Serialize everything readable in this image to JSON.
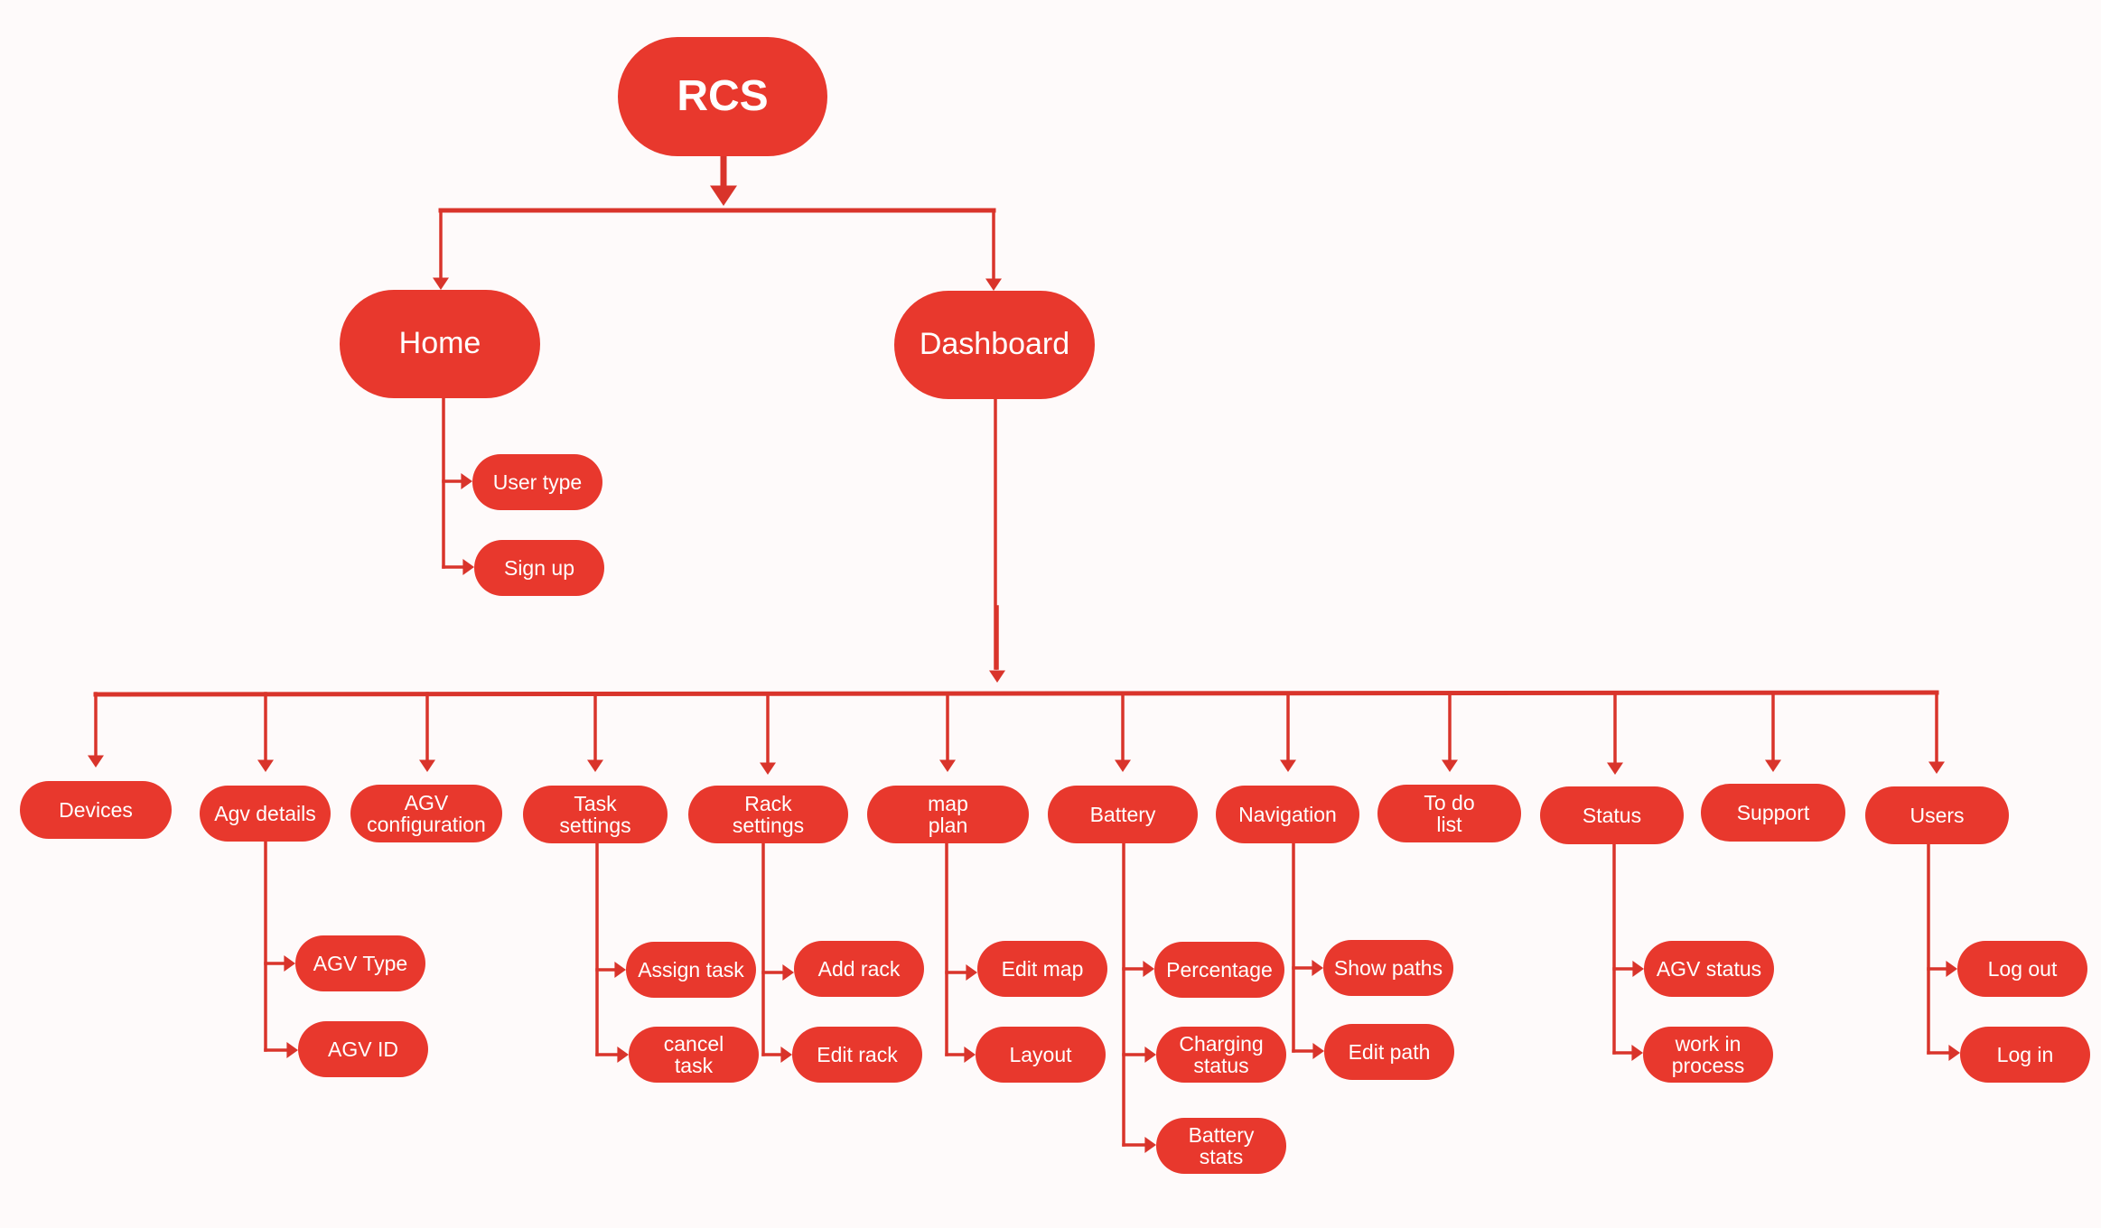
{
  "diagram": {
    "root": "RCS",
    "level1": [
      {
        "id": "home",
        "label": "Home",
        "children": [
          "User type",
          "Sign up"
        ]
      },
      {
        "id": "dashboard",
        "label": "Dashboard"
      }
    ],
    "dashboard_sections": [
      {
        "id": "devices",
        "label": "Devices",
        "children": []
      },
      {
        "id": "agv-details",
        "label": "Agv details",
        "children": [
          "AGV Type",
          "AGV ID"
        ]
      },
      {
        "id": "agv-configuration",
        "label": "AGV\nconfiguration",
        "children": []
      },
      {
        "id": "task-settings",
        "label": "Task\nsettings",
        "children": [
          "Assign task",
          "cancel\ntask"
        ]
      },
      {
        "id": "rack-settings",
        "label": "Rack\nsettings",
        "children": [
          "Add rack",
          "Edit rack"
        ]
      },
      {
        "id": "map-plan",
        "label": "map\nplan",
        "children": [
          "Edit map",
          "Layout"
        ]
      },
      {
        "id": "battery",
        "label": "Battery",
        "children": [
          "Percentage",
          "Charging\nstatus",
          "Battery\nstats"
        ]
      },
      {
        "id": "navigation",
        "label": "Navigation",
        "children": [
          "Show paths",
          "Edit path"
        ]
      },
      {
        "id": "to-do-list",
        "label": "To do\nlist",
        "children": []
      },
      {
        "id": "status",
        "label": "Status",
        "children": [
          "AGV status",
          "work in\nprocess"
        ]
      },
      {
        "id": "support",
        "label": "Support",
        "children": []
      },
      {
        "id": "users",
        "label": "Users",
        "children": [
          "Log out",
          "Log in"
        ]
      }
    ]
  },
  "colors": {
    "node_fill": "#e8382d",
    "line": "#d9342b",
    "text": "#ffffff",
    "background": "#fefafa"
  }
}
